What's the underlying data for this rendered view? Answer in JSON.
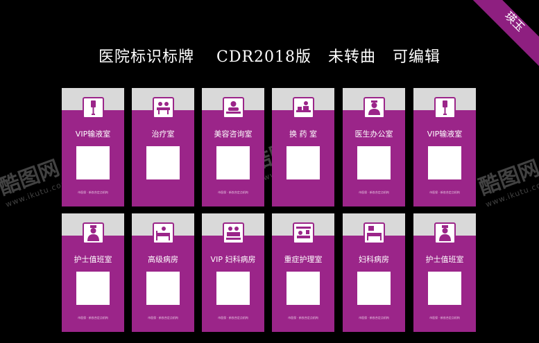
{
  "header": {
    "title": "医院标识标牌    CDR2018版   未转曲   可编辑"
  },
  "corner_badge": {
    "text": "瑛玉"
  },
  "watermarks": [
    {
      "brand": "酷图网",
      "url": "www.ikutu.com"
    },
    {
      "brand": "酷图网",
      "url": "www.ikutu.com"
    },
    {
      "brand": "酷图网",
      "url": "www.ikutu.com"
    }
  ],
  "colors": {
    "accent": "#9b2589",
    "header_band": "#d9d9d9",
    "background": "#000000"
  },
  "signs": [
    {
      "label": "VIP输液室",
      "icon": "iv-drip-icon",
      "footer": "市医保 · 新农合定点机构"
    },
    {
      "label": "治疗室",
      "icon": "doctor-desk-icon",
      "footer": ""
    },
    {
      "label": "美容咨询室",
      "icon": "consultation-icon",
      "footer": "市医保 · 新农合定点机构"
    },
    {
      "label": "换 药 室",
      "icon": "dressing-icon",
      "footer": ""
    },
    {
      "label": "医生办公室",
      "icon": "doctor-icon",
      "footer": "市医保 · 新农合定点机构"
    },
    {
      "label": "VIP输液室",
      "icon": "iv-drip-icon",
      "footer": "市医保 · 新农合定点机构"
    },
    {
      "label": "护士值班室",
      "icon": "nurse-icon",
      "footer": "市医保 · 新农合定点机构"
    },
    {
      "label": "高级病房",
      "icon": "hospital-bed-icon",
      "footer": "市医保 · 新农合定点机构"
    },
    {
      "label": "VIP 妇科病房",
      "icon": "patient-bed-icon",
      "footer": "市医保 · 新农合定点机构"
    },
    {
      "label": "重症护理室",
      "icon": "intensive-care-icon",
      "footer": "市医保 · 新农合定点机构"
    },
    {
      "label": "妇科病房",
      "icon": "ward-bed-icon",
      "footer": "市医保 · 新农合定点机构"
    },
    {
      "label": "护士值班室",
      "icon": "nurse-icon",
      "footer": "市医保 · 新农合定点机构"
    }
  ]
}
